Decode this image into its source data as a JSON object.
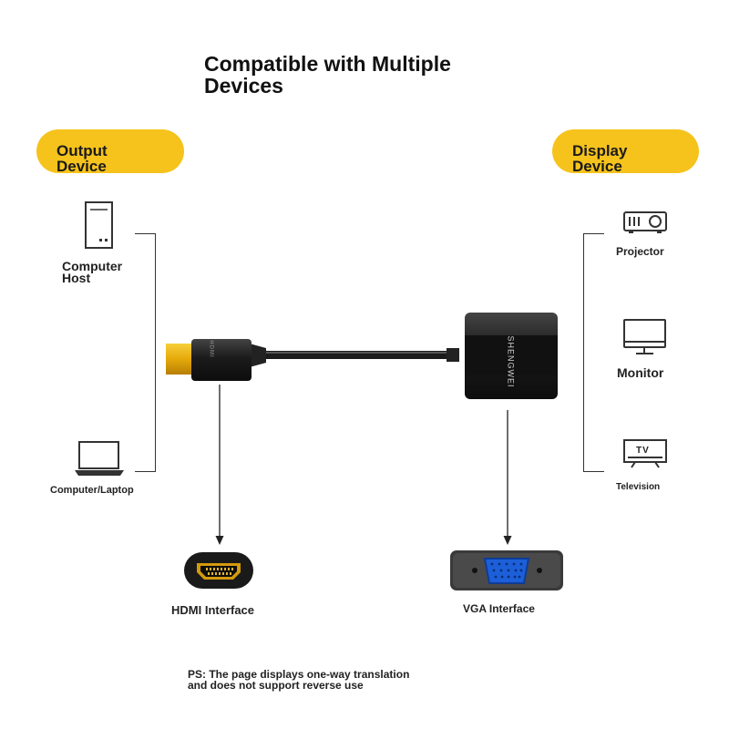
{
  "title": "Compatible with Multiple\n Devices",
  "output_device": {
    "heading": "Output\n Device",
    "items": [
      {
        "label": "Computer\n Host",
        "icon": "computer-host-icon"
      },
      {
        "label": "Computer/Laptop",
        "icon": "laptop-icon"
      }
    ]
  },
  "display_device": {
    "heading": "Display\n Device",
    "items": [
      {
        "label": "Projector",
        "icon": "projector-icon"
      },
      {
        "label": "Monitor",
        "icon": "monitor-icon"
      },
      {
        "label": "Television",
        "icon": "television-icon",
        "screen_text": "TV"
      }
    ]
  },
  "adapter": {
    "brand_text": "SHENGWEI",
    "hdmi_plug_text": "HDMI"
  },
  "interfaces": {
    "hdmi": {
      "label": "HDMI Interface",
      "icon": "hdmi-port-icon"
    },
    "vga": {
      "label": "VGA Interface",
      "icon": "vga-port-icon"
    }
  },
  "note": "PS: The page displays one-way translation\n and does not support reverse use",
  "colors": {
    "accent_yellow": "#f6c31c",
    "plug_gold": "#e5a90b",
    "vga_blue": "#1c5fd8",
    "cable_black": "#1b1b1b"
  }
}
